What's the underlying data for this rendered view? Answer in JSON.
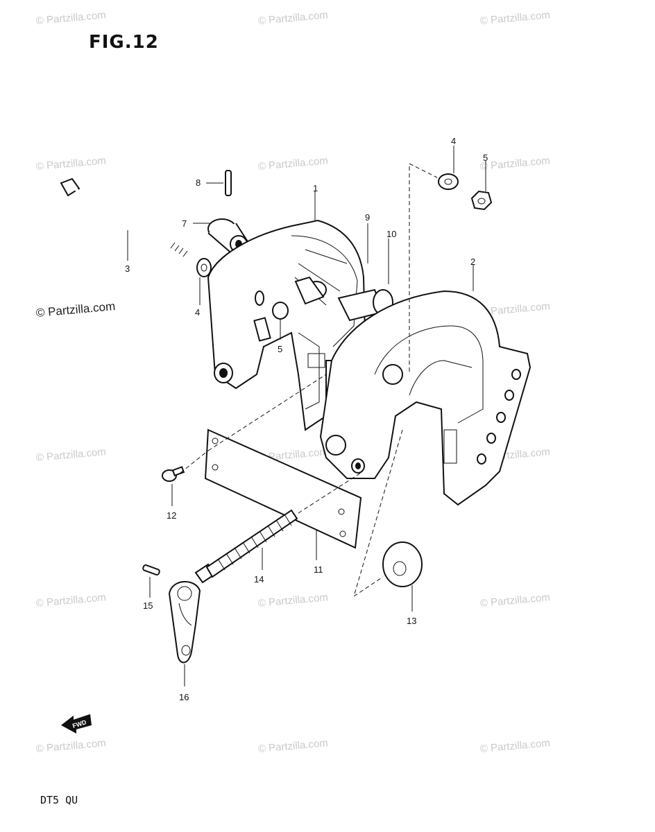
{
  "figure": {
    "title": "FIG.12",
    "model_code": "DT5 QU"
  },
  "watermark": {
    "text": "© Partzilla.com",
    "prominent_text": "© Partzilla.com"
  },
  "fwd_arrow": {
    "label": "FWD"
  },
  "callouts": [
    "1",
    "2",
    "3",
    "4",
    "4",
    "5",
    "5",
    "7",
    "8",
    "9",
    "10",
    "11",
    "12",
    "13",
    "14",
    "15",
    "16"
  ]
}
